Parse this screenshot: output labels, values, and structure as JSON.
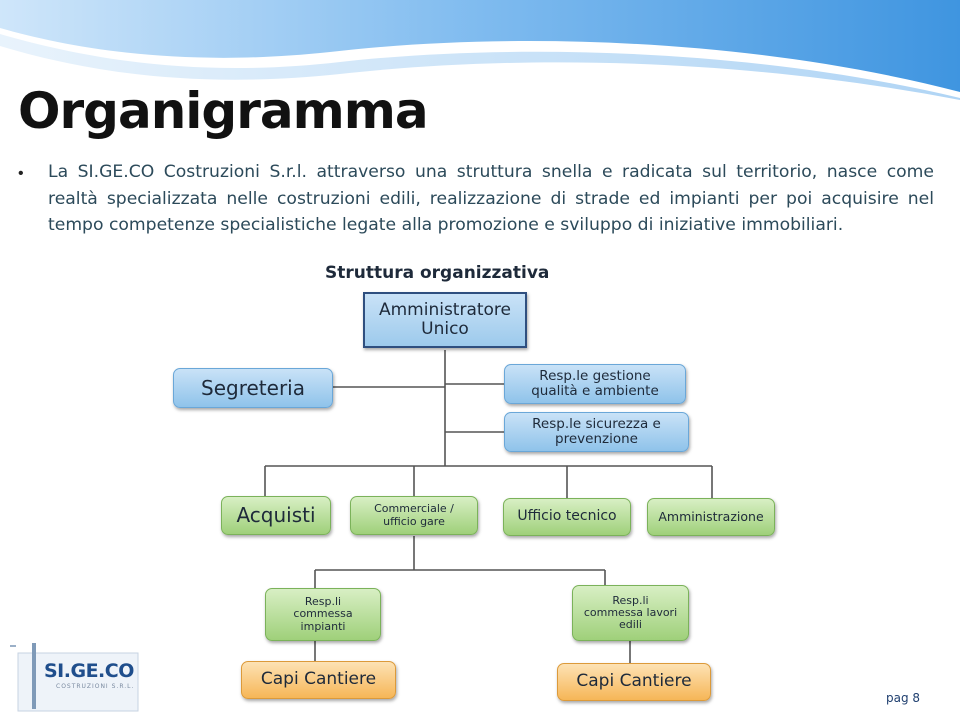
{
  "slide": {
    "title": "Organigramma",
    "intro": "La SI.GE.CO Costruzioni S.r.l. attraverso una struttura snella e radicata sul territorio, nasce come realtà specializzata nelle costruzioni edili, realizzazione di strade ed impianti per poi acquisire nel tempo competenze specialistiche legate alla promozione e sviluppo di iniziative immobiliari.",
    "subtitle": "Struttura organizzativa",
    "page_label": "pag 8"
  },
  "org": {
    "admin": "Amministratore Unico",
    "segreteria": "Segreteria",
    "resp_qualita": "Resp.le gestione qualità e ambiente",
    "resp_sicurezza": "Resp.le sicurezza e prevenzione",
    "acquisti": "Acquisti",
    "commerciale": "Commerciale / ufficio gare",
    "ufficio_tecnico": "Ufficio tecnico",
    "amministrazione": "Amministrazione",
    "resp_impianti": "Resp.li commessa impianti",
    "resp_lavori": "Resp.li commessa lavori edili",
    "capi_cantiere_1": "Capi Cantiere",
    "capi_cantiere_2": "Capi Cantiere"
  },
  "logo": {
    "name": "SI.GE.CO",
    "tagline": "COSTRUZIONI S.R.L."
  },
  "colors": {
    "wave": "#5aa6e6",
    "blue_box": "#9dcaec",
    "green_box": "#a9d686",
    "orange_box": "#f6b657"
  }
}
